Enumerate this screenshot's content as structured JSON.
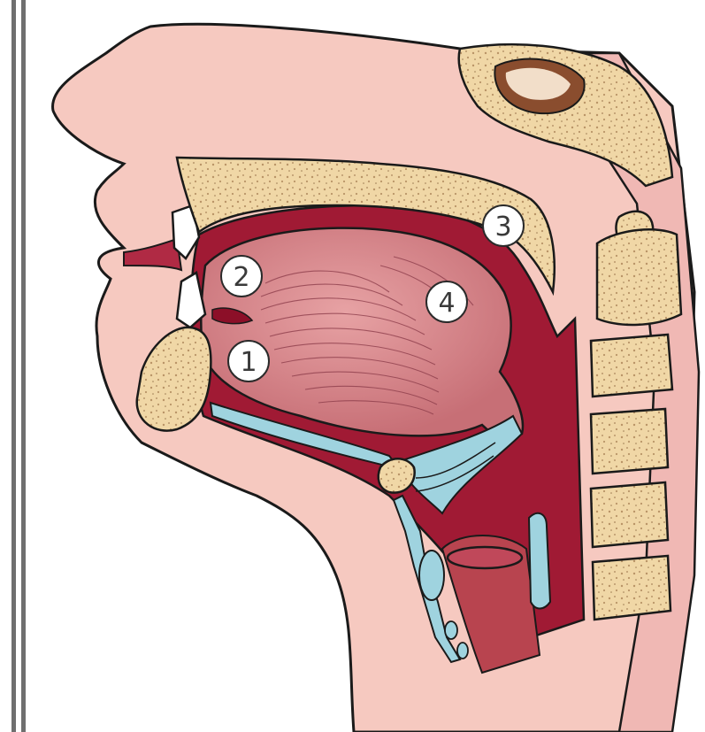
{
  "diagram": {
    "markers": [
      {
        "id": "1",
        "text": "1"
      },
      {
        "id": "2",
        "text": "2"
      },
      {
        "id": "3",
        "text": "3"
      },
      {
        "id": "4",
        "text": "4"
      }
    ]
  },
  "colors": {
    "skin": "#f6c9c0",
    "cavity": "#a01a34",
    "tongue": "#d98a8f",
    "bone": "#f0d7a6",
    "bone_speckle": "#b99467",
    "cartilage": "#9fd3df",
    "outline": "#1a1a1a",
    "marker_fill": "#ffffff",
    "frame_bar": "#6f6f6f"
  }
}
